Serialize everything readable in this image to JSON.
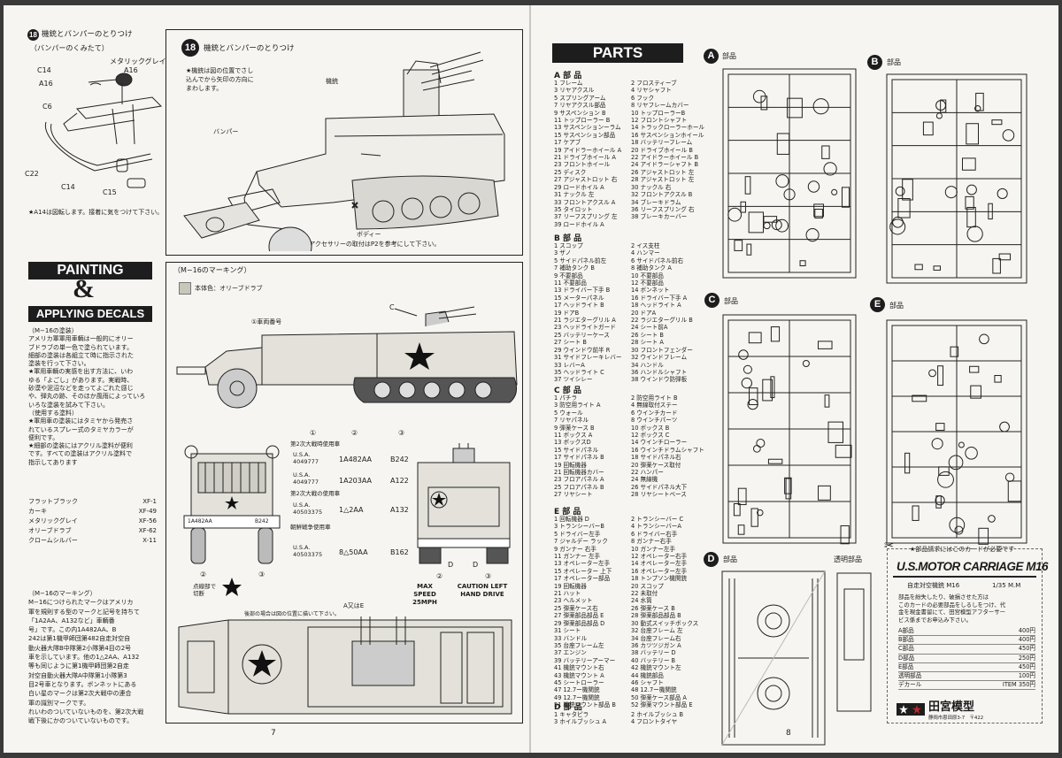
{
  "left_page": {
    "page_number": "7",
    "step18_small": {
      "number": "18",
      "title": "機銃とバンパーのとりつけ",
      "subtitle": "（バンパーのくみたて）",
      "paint_note": "メタリックグレイ",
      "part_labels": [
        "C14",
        "A16",
        "A16",
        "C6",
        "C22",
        "C14",
        "C15"
      ],
      "note": "★A14は図転します。接着に気をつけて下さい。"
    },
    "step18_main": {
      "number": "18",
      "title": "機銃とバンパーのとりつけ",
      "note": "★機銃は図の位置でさし込んでから矢印の方向にまわします。",
      "labels": {
        "gun": "機銃",
        "bumper": "バンパー",
        "body": "ボディー"
      },
      "footnote": "★アクセサリーの取付はP2を参考にして下さい。"
    },
    "painting": {
      "title1": "PAINTING",
      "amp": "&",
      "title2": "APPLYING DECALS",
      "subhead": "（M−16の塗装）",
      "body": [
        "アメリカ軍軍用車輌は一般的にオリー",
        "ブドラブの単一色で塗られています。",
        "細部の塗装は各組立て時に指示された",
        "塗装を行って下さい。",
        "★軍用車輌の実感を出す方法に、いわ",
        "ゆる「よごし」があります。実戦時、",
        "砂漠や泥沼などを走ってよごれた感じ",
        "や、弾丸の跡、そのほか風雨によっていろ",
        "いろな塗装を試みて下さい。"
      ],
      "paints_head": "（使用する塗料）",
      "paints_body": [
        "★軍用車の塗装にはタミヤから発売さ",
        "れているスプレー式のタミヤカラーが",
        "便利です。",
        "★細部の塗装にはアクリル塗料が便利",
        "です。すべての塗装はアクリル塗料で",
        "指示してあります"
      ],
      "paints": [
        {
          "name": "フラットブラック",
          "code": "XF-1"
        },
        {
          "name": "カーキ",
          "code": "XF-49"
        },
        {
          "name": "メタリックグレイ",
          "code": "XF-56"
        },
        {
          "name": "オリーブドラブ",
          "code": "XF-62"
        },
        {
          "name": "クロームシルバー",
          "code": "X-11"
        }
      ],
      "marking_head": "（M−16のマーキング）",
      "marking_body": [
        "M−16につけられたマークはアメリカ",
        "軍を規則する型のマークと記号を持ちて",
        "「1A2AA、A132など」車輌番",
        "号」です。この内1A482AA、B",
        "242は第1機甲師団第482自走対空自",
        "動火器大隊B中隊第2小隊第4目の2号",
        "車を示しています。他の1△2AA、A132",
        "等も同じように第1機甲師団第2自走",
        "対空自動火器大隊A中隊第1小隊第3",
        "目2号車となります。ボンネットにある",
        "白い星のマークは第2次大戦中の連合",
        "軍の識別マークです。",
        "れいわのついていないものを、第2次大戦",
        "戦下後にかのついていないものです。"
      ]
    },
    "marking": {
      "title": "（M−16のマーキング）",
      "color_note": "本体色：オリーブドラブ",
      "callout_c": "C",
      "callout_1": "①車両番号",
      "decal_heads": [
        "①",
        "②",
        "③"
      ],
      "decals": [
        {
          "caption": "第2次大戦時使用車",
          "serial": "U.S.A. 4049777",
          "unit": "1A482AA",
          "num": "B242"
        },
        {
          "caption": "",
          "serial": "U.S.A. 4049777",
          "unit": "1A203AA",
          "num": "A122"
        },
        {
          "caption": "第2次大戦の使用車",
          "serial": "U.S.A. 40503375",
          "unit": "1△2AA",
          "num": "A132"
        },
        {
          "caption": "朝鮮戦争使用車",
          "serial": "U.S.A. 40503375",
          "unit": "8△50AA",
          "num": "B162"
        }
      ],
      "front_plate_left": "1A482AA",
      "front_plate_right": "B242",
      "side_tags": [
        "②",
        "③",
        "②",
        "③"
      ],
      "d_labels": [
        "D",
        "D"
      ],
      "stencils": [
        "MAX SPEED 25MPH",
        "CAUTION LEFT HAND DRIVE"
      ],
      "rear_note": "点線部で切断",
      "top_note": "A又はE",
      "top_caption": "後部の場合は図の位置に描いて下さい。"
    }
  },
  "right_page": {
    "page_number": "8",
    "parts_title": "PARTS",
    "groups": [
      {
        "head": "A 部 品",
        "items": [
          "1 フレーム",
          "2 フロスティーブ",
          "3 リヤアクスル",
          "4 リヤシャフト",
          "5 スプリングアーム",
          "6 フック",
          "7 リヤアクスル部品",
          "8 リヤフレームカバー",
          "9 サスペンション B",
          "10 トップローラーB",
          "11 トップローラー B",
          "12 フロントシャフト",
          "13 サスペンションーラム",
          "14 トラックローラーホール",
          "15 サスペンション部品",
          "16 サスペンションホイール",
          "17 ケアブ",
          "18 バッテリーフレーム",
          "19 アイドラーホイール A",
          "20 ドライブホイール B",
          "21 ドライブホイール A",
          "22 アイドラーホイール B",
          "23 フロントホイール",
          "24 アイドラーシャフト B",
          "25 ディスク",
          "26 アジャストロット 左",
          "27 アジャストロット 右",
          "28 アジャストロット 左",
          "29 ロードホイル A",
          "30 ナックル 右",
          "31 ナックル 左",
          "32 フロントアクスル B",
          "33 フロントアクスル A",
          "34 ブレーキドラム",
          "35 タイロット",
          "36 リーフスプリング 右",
          "37 リーフスプリング 左",
          "38 ブレーキカーバー",
          "39 ロードホイル A",
          ""
        ]
      },
      {
        "head": "B 部 品",
        "items": [
          "1 スコップ",
          "2 イス支柱",
          "3 ザノ",
          "4 ハンマー",
          "5 サイドパネル前左",
          "6 サイドパネル前右",
          "7 補助タンク B",
          "8 補助タンク A",
          "9 不要部品",
          "10 不要部品",
          "11 不要部品",
          "12 不要部品",
          "13 ドライバー下手 B",
          "14 ボンネット",
          "15 メーターパネル",
          "16 ドライバー下手 A",
          "17 ヘッドライト B",
          "18 ヘッドライト A",
          "19 ドアB",
          "20 ドアA",
          "21 ラジエターグリル A",
          "22 ラジエターグリル B",
          "23 ヘッドライトガード",
          "24 シート前A",
          "25 バッテリーケース",
          "26 シート B",
          "27 シート B",
          "28 シート A",
          "29 ウインドウ前半 R",
          "30 フロントフェンダー",
          "31 サイドフレーキレバー",
          "32 ウインドフレーム",
          "33 レバーA",
          "34 ハンドル",
          "35 ヘッドライト C",
          "36 ハンドルシャフト",
          "37 ツイシレー",
          "38 ウインドウ防弾板",
          ""
        ]
      },
      {
        "head": "C 部 品",
        "items": [
          "1 パチラ",
          "2 防空用ライト B",
          "3 防空用ライト A",
          "4 無線取付ステー",
          "5 ウォール",
          "6 ウインチカード",
          "7 リヤパネル",
          "8 ウインチパーツ",
          "9 弾薬ケース B",
          "10 ボックス B",
          "11 ボックス A",
          "12 ボックス C",
          "13 ボックスD",
          "14 ウインチローラー",
          "15 サイドパネル",
          "16 ウインチドラムシャフト",
          "17 サイドパネル B",
          "18 サイドパネル右",
          "19 回転機器",
          "20 弾薬ケース取付",
          "21 回転機器カバー",
          "22 ハンパー",
          "23 フロアパネル A",
          "24 無線機",
          "25 フロアパネル B",
          "26 サイドパネル大下",
          "27 リヤシート",
          "28 リヤシートベース"
        ]
      },
      {
        "head": "E 部 品",
        "items": [
          "1 回転機器 D",
          "2 トランシーバー C",
          "3 トランシーバーB",
          "4 トランシーバーA",
          "5 ドライバー左手",
          "6 ドライバー右手",
          "7 ジャルデー ラック",
          "8 ガンナー右手",
          "9 ガンナー 右手",
          "10 ガンナー左手",
          "11 ガンナー 左手",
          "12 オペレーター右手",
          "13 オペレーター左手",
          "14 オペレーター左手",
          "15 オペレーター 上下",
          "16 オペレーター左手",
          "17 オペレーター部品",
          "18 トンプソン機関銃",
          "19 回転機器",
          "20 スコップ",
          "21 ハット",
          "22 未取付",
          "23 ヘルメット",
          "24 水筒",
          "25 弾薬ケース右",
          "26 弾薬ケース B",
          "27 弾薬部品部品 E",
          "28 弾薬部品部品 B",
          "29 弾薬部品部品 D",
          "30 動式スイッチボックス",
          "31 シート",
          "32 台座フレーム 左",
          "33 バンドル",
          "34 台座フレーム右",
          "35 台座フレーム左",
          "36 カツツジガン A",
          "37 エンジン",
          "38 バッテリー D",
          "39 バッテリーアーマー",
          "40 バッテリー B",
          "41 機銃マウント右",
          "42 機銃マウント左",
          "43 機銃マウント A",
          "44 機銃部品",
          "45 シートローラー",
          "46 シャフト",
          "47 12.7ー機関銃",
          "48 12.7ー機関銃",
          "49 12.7ー機関銃",
          "50 弾薬ケース部品 A",
          "51 機銃マウント部品 B",
          "52 弾薬マウント部品 E"
        ]
      },
      {
        "head": "D 部 品",
        "items": [
          "1 キャタピラ",
          "2 ホイルブッシュ B",
          "3 ホイルブッシュ A",
          "4 フロントタイヤ"
        ]
      }
    ],
    "sprues": {
      "a": {
        "letter": "A",
        "label": "部品"
      },
      "b": {
        "letter": "B",
        "label": "部品"
      },
      "c": {
        "letter": "C",
        "label": "部品"
      },
      "e": {
        "letter": "E",
        "label": "部品"
      },
      "d": {
        "letter": "D",
        "label": "部品"
      },
      "clear": {
        "label": "透明部品"
      }
    },
    "sprue_note": "★部品請求にはこのカードが必要です",
    "card": {
      "title": "U.S.MOTOR CARRIAGE M16",
      "subtitle": "自走対空機銃 M16",
      "scale": "1/35 M.M",
      "text": [
        "部品を紛失したり、破損させた方は",
        "このカードの必要部品をしるしをつけ、代",
        "金を現金書留にて、田宮模型アフターサー",
        "ビス係までお申込み下さい。"
      ],
      "prices": [
        {
          "label": "A部品",
          "value": "400円"
        },
        {
          "label": "B部品",
          "value": "400円"
        },
        {
          "label": "C部品",
          "value": "450円"
        },
        {
          "label": "D部品",
          "value": "250円"
        },
        {
          "label": "E部品",
          "value": "450円"
        },
        {
          "label": "透明部品",
          "value": "100円"
        },
        {
          "label": "デカール",
          "value": "ITEM 350円"
        }
      ],
      "brand": "田宮模型",
      "address": "静岡市恩田原3-7　〒422"
    }
  }
}
